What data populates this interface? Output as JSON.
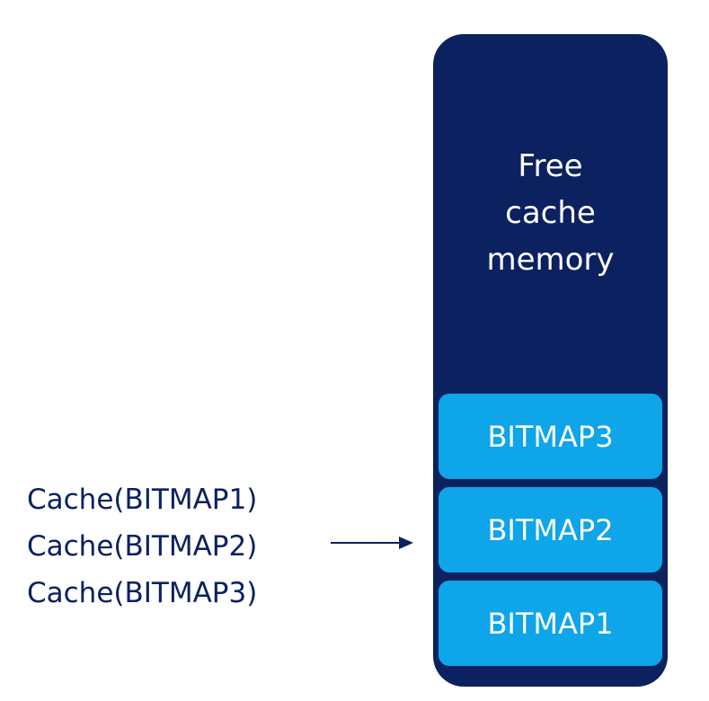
{
  "free_area": {
    "lines": [
      "Free",
      "cache",
      "memory"
    ]
  },
  "bitmaps": {
    "top": "BITMAP3",
    "middle": "BITMAP2",
    "bottom": "BITMAP1"
  },
  "calls": [
    "Cache(BITMAP1)",
    "Cache(BITMAP2)",
    "Cache(BITMAP3)"
  ],
  "colors": {
    "container": "#0b2160",
    "block": "#0ea5e9",
    "text_dark": "#0b2160"
  },
  "icons": {
    "arrow": "arrow-right-icon"
  }
}
